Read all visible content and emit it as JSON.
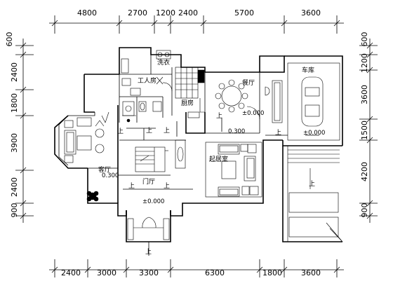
{
  "dimensions": {
    "top": [
      "4800",
      "2700",
      "1200",
      "2400",
      "5700",
      "3600"
    ],
    "bottom": [
      "2400",
      "3000",
      "3300",
      "6300",
      "1800",
      "3600"
    ],
    "left": [
      "600",
      "2400",
      "1800",
      "3900",
      "2400",
      "900"
    ],
    "right": [
      "600",
      "1200",
      "3600",
      "1500",
      "4200",
      "900"
    ]
  },
  "rooms": {
    "laundry": "洗衣",
    "staff_room": "工人房",
    "kitchen": "厨房",
    "dining": "餐厅",
    "garage": "车库",
    "living": "起居室",
    "guest_hall": "客厅",
    "foyer": "门厅"
  },
  "levels": {
    "dining": "±0.000",
    "garage": "±0.000",
    "living": "0.300",
    "guest_hall": "0.300",
    "foyer": "±0.000"
  },
  "arrow_label": "上"
}
